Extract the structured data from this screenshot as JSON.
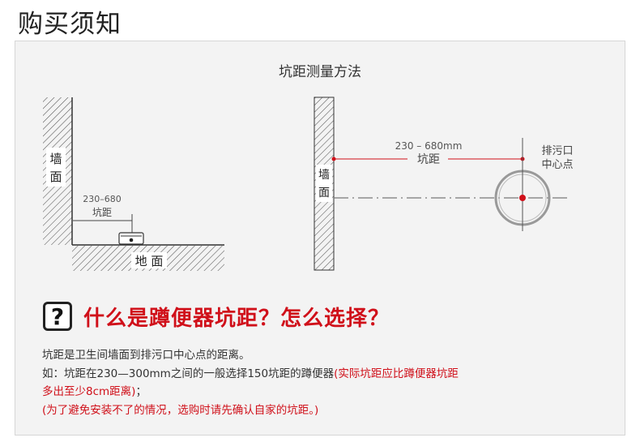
{
  "heading": "购买须知",
  "diagram": {
    "title": "坑距测量方法",
    "left": {
      "wall_label_1": "墙",
      "wall_label_2": "面",
      "range": "230–680",
      "dimension_label": "坑距",
      "floor_label": "地 面"
    },
    "right": {
      "wall_label_1": "墙",
      "wall_label_2": "面",
      "range": "230 – 680mm",
      "dimension_label": "坑距",
      "center_label_1": "排污口",
      "center_label_2": "中心点"
    }
  },
  "question": {
    "icon": "question-mark-icon",
    "text": "什么是蹲便器坑距？怎么选择？"
  },
  "body": {
    "line1": "坑距是卫生间墙面到排污口中心点的距离。",
    "line2_prefix": "如：坑距在230—300mm之间的一般选择150坑距的蹲便器",
    "line2_note": "(实际坑距应比蹲便器坑距",
    "line3_note": "多出至少8cm距离)",
    "line3_suffix": "；",
    "line4": "(为了避免安装不了的情况，选购时请先确认自家的坑距。)"
  },
  "colors": {
    "accent": "#d0101a",
    "panel": "#f3f3f3"
  }
}
